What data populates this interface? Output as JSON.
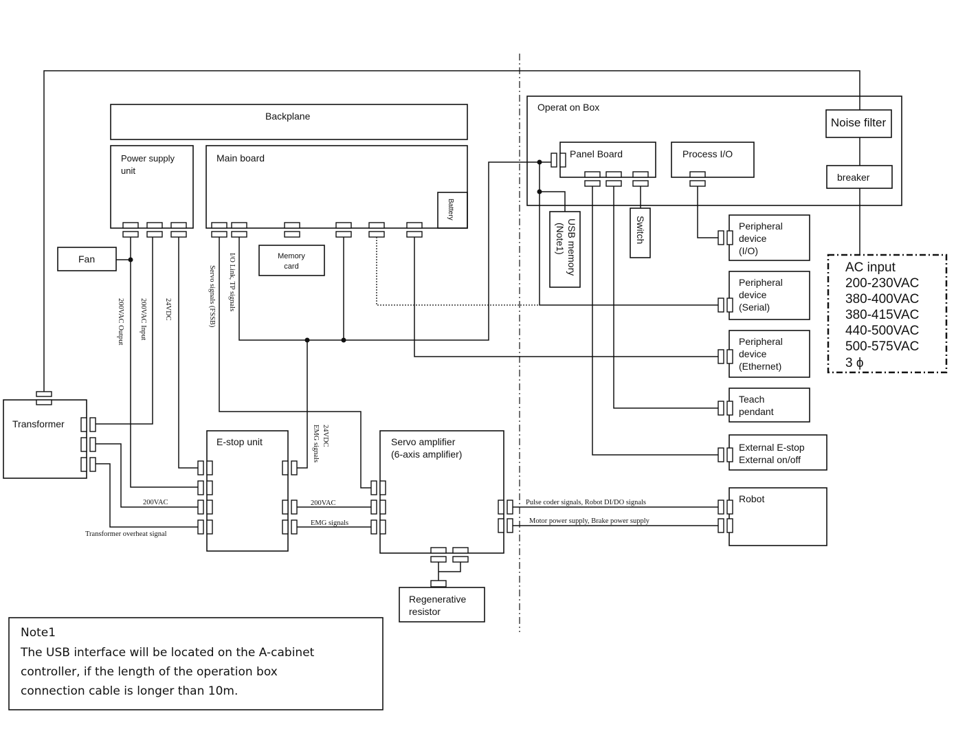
{
  "boxes": {
    "backplane": "Backplane",
    "power_supply": [
      "Power supply",
      "unit"
    ],
    "main_board": "Main board",
    "battery": "Battery",
    "memory_card": [
      "Memory",
      "card"
    ],
    "fan": "Fan",
    "transformer": "Transformer",
    "estop_unit": "E-stop unit",
    "servo_amp": [
      "Servo amplifier",
      "(6-axis amplifier)"
    ],
    "regen": [
      "Regenerative",
      "resistor"
    ],
    "operation_box": "Operat on Box",
    "panel_board": "Panel Board",
    "process_io": "Process I/O",
    "noise_filter": "Noise filter",
    "breaker": "breaker",
    "usb_memory": [
      "USB memory",
      "(Note1)"
    ],
    "switch": "Switch",
    "periph_io": [
      "Peripheral",
      "device",
      "(I/O)"
    ],
    "periph_serial": [
      "Peripheral",
      "device",
      "(Serial)"
    ],
    "periph_eth": [
      "Peripheral",
      "device",
      "(Ethernet)"
    ],
    "teach_pendant": [
      "Teach",
      "pendant"
    ],
    "ext_estop": [
      "External E-stop",
      "External on/off"
    ],
    "robot": "Robot"
  },
  "ac_input": {
    "title": "AC input",
    "lines": [
      "200-230VAC",
      "380-400VAC",
      "380-415VAC",
      "440-500VAC",
      "500-575VAC",
      "3 ϕ"
    ]
  },
  "signals": {
    "out_200vac": "200VAC Output",
    "in_200vac": "200VAC Input",
    "dc24": "24VDC",
    "servo_fssb": "Servo signals (FSSB)",
    "io_link_tp": "I/O Link, TP signals",
    "dc24_emg": [
      "24VDC",
      "EMG signals"
    ],
    "vac200_a": "200VAC",
    "vac200_b": "200VAC",
    "emg": "EMG signals",
    "overheat": "Transformer overheat signal",
    "pulse": "Pulse coder signals, Robot DI/DO signals",
    "motor": "Motor power supply, Brake power supply"
  },
  "note": {
    "title": "Note1",
    "lines": [
      "The USB interface will be located on the A-cabinet",
      "controller, if the length of the operation box",
      "connection cable is longer than 10m."
    ]
  }
}
